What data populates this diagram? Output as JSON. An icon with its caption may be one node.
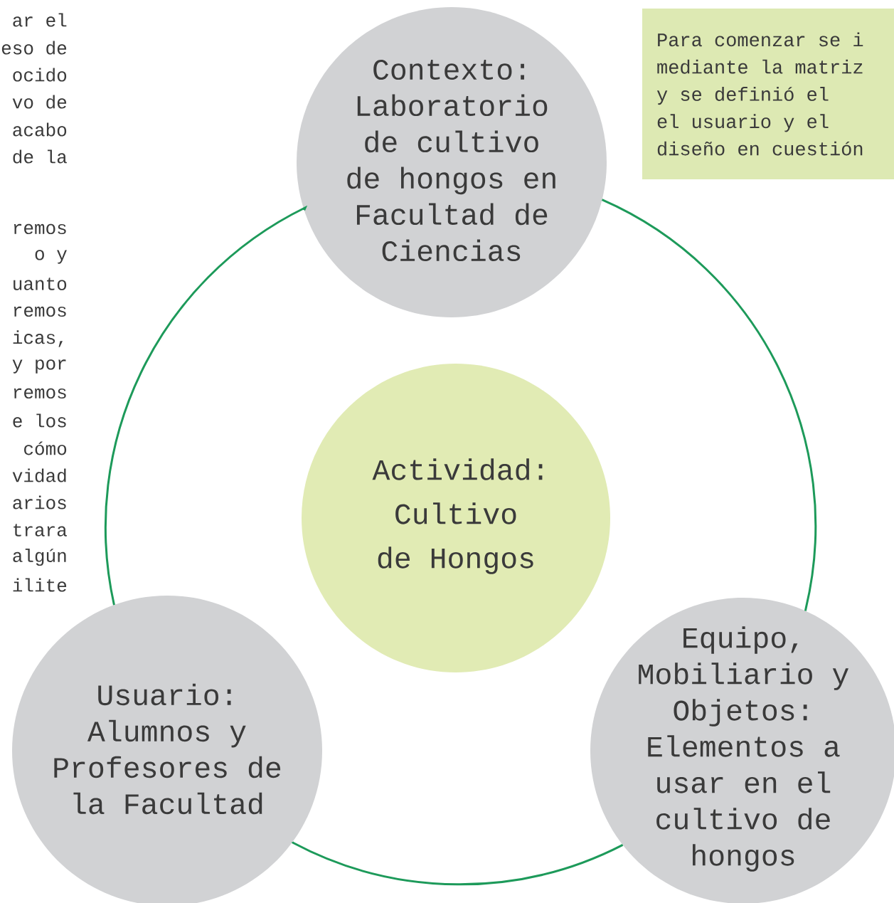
{
  "diagram": {
    "nodes": [
      {
        "text": [
          "Contexto:",
          "Laboratorio de cultivo de hongos en Facultad de Ciencias"
        ]
      },
      {
        "text": [
          "Actividad:",
          "Cultivo de Hongos"
        ]
      },
      {
        "text": [
          "Usuario:",
          "Alumnos y Profesores de la Facultad"
        ]
      },
      {
        "text": [
          "Equipo, Mobiliario y Objetos:",
          "Elementos a usar en el cultivo de hongos"
        ]
      },
      {
        "text": [
          "Para comenzar se i",
          "mediante la matriz",
          "y se definió el",
          "el usuario y el",
          "diseño en cuestión"
        ]
      }
    ],
    "edges": [
      {
        "from": 0,
        "to": 3,
        "arrow": "none"
      },
      {
        "from": 3,
        "to": 2,
        "arrow": "none"
      },
      {
        "from": 2,
        "to": 0,
        "arrow": "none"
      }
    ],
    "labels": [
      "ar el",
      "eso de",
      "ocido",
      "vo de",
      "acabo",
      "de la",
      "remos",
      "o y",
      "uanto",
      "remos",
      "icas,",
      "y por",
      "remos",
      "e los",
      "cómo",
      "vidad",
      "arios",
      "trara",
      "algún",
      "ilite"
    ]
  }
}
